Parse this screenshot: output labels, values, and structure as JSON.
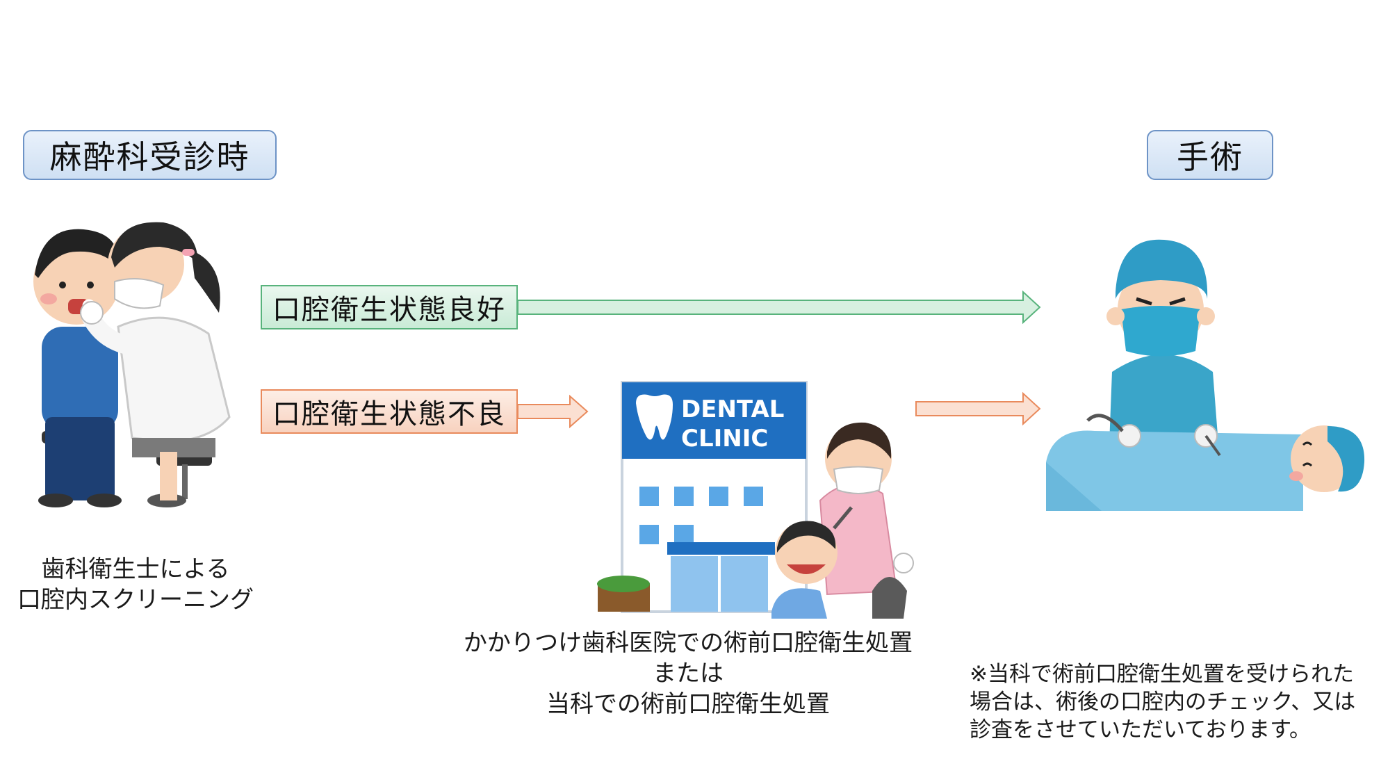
{
  "header_left": "麻酔科受診時",
  "header_right": "手術",
  "branch_good": "口腔衛生状態良好",
  "branch_bad": "口腔衛生状態不良",
  "caption_left": [
    "歯科衛生士による",
    "口腔内スクリーニング"
  ],
  "caption_middle": [
    "かかりつけ歯科医院での術前口腔衛生処置",
    "または",
    "当科での術前口腔衛生処置"
  ],
  "clinic_sign": [
    "DENTAL",
    "CLINIC"
  ],
  "note": [
    "※当科で術前口腔衛生処置を受けられた",
    "場合は、術後の口腔内のチェック、又は",
    "診査をさせていただいております。"
  ],
  "colors": {
    "blue_border": "#6d93c6",
    "green_border": "#58b37c",
    "orange_border": "#e98a5c",
    "clinic_blue": "#1f6fc1"
  }
}
